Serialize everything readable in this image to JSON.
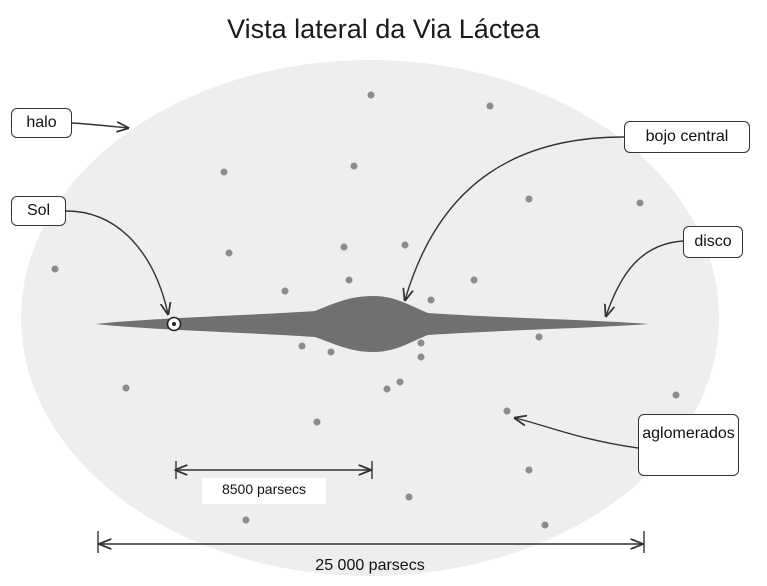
{
  "title": "Vista lateral da Via Láctea",
  "labels": {
    "halo": "halo",
    "sol": "Sol",
    "bulge": "bojo central",
    "disk": "disco",
    "clusters": "aglomerados"
  },
  "scales": {
    "sun_distance": "8500 parsecs",
    "galaxy_diameter": "25 000 parsecs"
  },
  "colors": {
    "halo": "#eeeeee",
    "disk": "#707070",
    "clusters": "#8c8c8c",
    "lines": "#333333"
  },
  "icons": {
    "sun": "sun-symbol-icon"
  }
}
